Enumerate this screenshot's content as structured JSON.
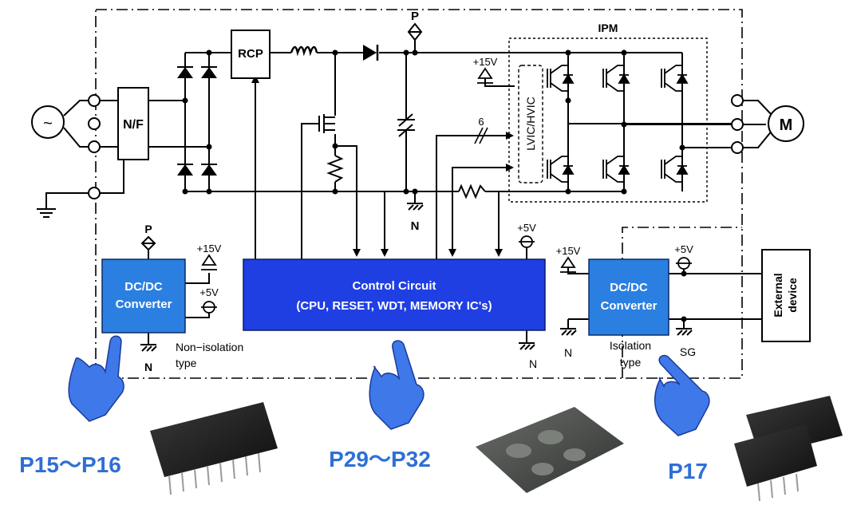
{
  "labels": {
    "rcp": "RCP",
    "nf": "N/F",
    "p_top": "P",
    "ipm": "IPM",
    "v15_ipm": "+15V",
    "lvic": "LVIC/HVIC",
    "bus6": "6",
    "n_top": "N",
    "m": "M",
    "ac": "~",
    "p_left": "P",
    "v15_left": "+15V",
    "v5_left": "+5V",
    "dcdc_left_1": "DC/DC",
    "dcdc_left_2": "Converter",
    "n_left": "N",
    "nonisolation_1": "Non−isolation",
    "nonisolation_2": "type",
    "cc_1": "Control Circuit",
    "cc_2": "(CPU, RESET, WDT, MEMORY IC's)",
    "v5_cc": "+5V",
    "n_cc": "N",
    "v15_right": "+15V",
    "v5_right": "+5V",
    "dcdc_right_1": "DC/DC",
    "dcdc_right_2": "Converter",
    "n_right": "N",
    "isolation_1": "Isolation",
    "isolation_2": "type",
    "sg": "SG",
    "ext_1": "External",
    "ext_2": "device",
    "page_left": "P15～P16",
    "page_mid": "P29～P32",
    "page_right": "P17"
  },
  "colors": {
    "block_fill": "#2b7fe0",
    "control_fill": "#1f3fe3",
    "hand_fill": "#3f78e8",
    "page_label": "#2f6fd6"
  }
}
